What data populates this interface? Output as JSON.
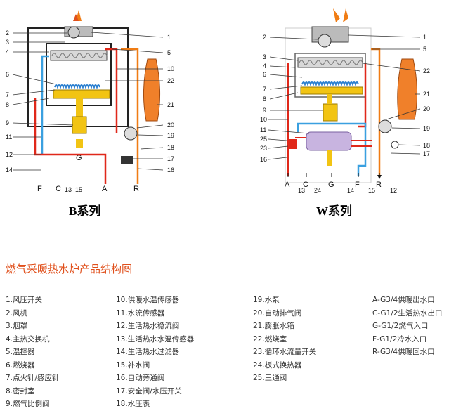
{
  "diagrams": {
    "b_series": {
      "title": "B系列",
      "callouts_left": [
        "2",
        "3",
        "4",
        "6",
        "7",
        "8",
        "9",
        "11",
        "12",
        "14"
      ],
      "callouts_right": [
        "1",
        "5",
        "10",
        "22",
        "21",
        "20",
        "19",
        "18",
        "17",
        "16"
      ],
      "ports": [
        "F",
        "C",
        "13",
        "15",
        "A",
        "R"
      ],
      "gas_label": "G"
    },
    "w_series": {
      "title": "W系列",
      "callouts_left": [
        "2",
        "3",
        "4",
        "6",
        "7",
        "8",
        "9",
        "10",
        "11",
        "25",
        "23",
        "16"
      ],
      "callouts_right": [
        "1",
        "5",
        "22",
        "21",
        "20",
        "19",
        "18",
        "17"
      ],
      "ports": [
        "A",
        "C",
        "G",
        "F",
        "R"
      ],
      "bottom_numbers": [
        "13",
        "24",
        "14",
        "15",
        "12"
      ],
      "gas_label": "G"
    }
  },
  "legend": {
    "title": "燃气采暖热水炉产品结构图",
    "col1": [
      "1.风压开关",
      "2.风机",
      "3.烟罩",
      "4.主热交换机",
      "5.温控器",
      "6.燃烧器",
      "7.点火针/感应针",
      "8.密封室",
      "9.燃气比例阀"
    ],
    "col2": [
      "10.供暖水温传感器",
      "11.水流传感器",
      "12.生活热水稳流阀",
      "13.生活热水水温传感器",
      "14.生活热水过滤器",
      "15.补水阀",
      "16.自动旁通阀",
      "17.安全阀/水压开关",
      "18.水压表"
    ],
    "col3": [
      "19.水泵",
      "20.自动排气阀",
      "21.膨胀水箱",
      "22.燃烧室",
      "23.循环水流量开关",
      "24.板式换热器",
      "25.三通阀"
    ],
    "col4": [
      "A-G3/4供暖出水口",
      "C-G1/2生活热水出口",
      "G-G1/2燃气入口",
      "F-G1/2冷水入口",
      "R-G3/4供暖回水口"
    ]
  },
  "colors": {
    "title": "#e0501c",
    "hot_pipe": "#e0281a",
    "return_pipe": "#f07c14",
    "cold_pipe": "#3aa0e0",
    "gas_part": "#f2c413",
    "tank": "#f0802a",
    "plate_exchanger": "#c8b4e0"
  }
}
